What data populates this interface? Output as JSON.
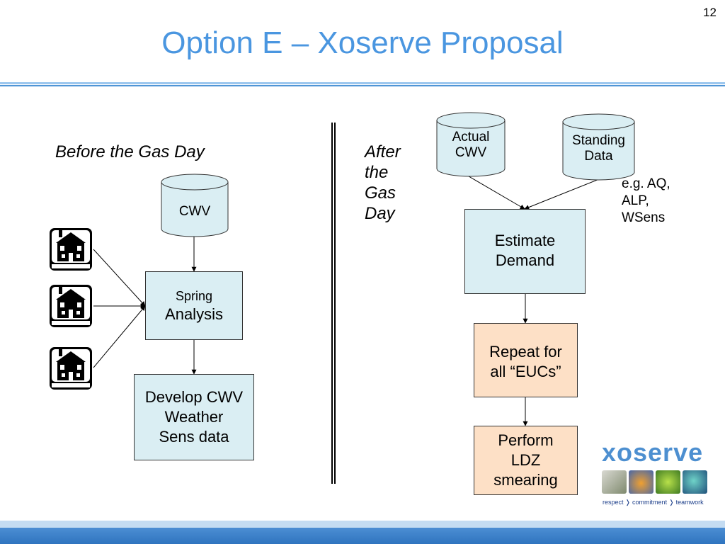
{
  "slide": {
    "number": "12",
    "title": "Option E – Xoserve Proposal"
  },
  "left": {
    "heading": "Before the Gas Day",
    "cwv_cylinder": "CWV",
    "spring_analysis": {
      "line1": "Spring",
      "line2": "Analysis"
    },
    "develop": {
      "line1": "Develop CWV",
      "line2": "Weather",
      "line3": "Sens data"
    }
  },
  "right": {
    "heading": {
      "line1": "After",
      "line2": "the",
      "line3": "Gas",
      "line4": "Day"
    },
    "actual_cwv": {
      "line1": "Actual",
      "line2": "CWV"
    },
    "standing_data": {
      "line1": "Standing",
      "line2": "Data"
    },
    "note": {
      "line1": "e.g. AQ,",
      "line2": "ALP,",
      "line3": "WSens"
    },
    "estimate": {
      "line1": "Estimate",
      "line2": "Demand"
    },
    "repeat": {
      "line1": "Repeat for",
      "line2": "all “EUCs”"
    },
    "smearing": {
      "line1": "Perform",
      "line2": "LDZ",
      "line3": "smearing"
    }
  },
  "logo": {
    "wordmark": "xoserve",
    "tagline": "respect ❭ commitment ❭ teamwork"
  },
  "colors": {
    "title": "#4a96e0",
    "process_box": "#daeef3",
    "output_box": "#fde0c6",
    "cylinder": "#daeef3"
  },
  "icons": [
    "house-icon",
    "database-cylinder"
  ]
}
